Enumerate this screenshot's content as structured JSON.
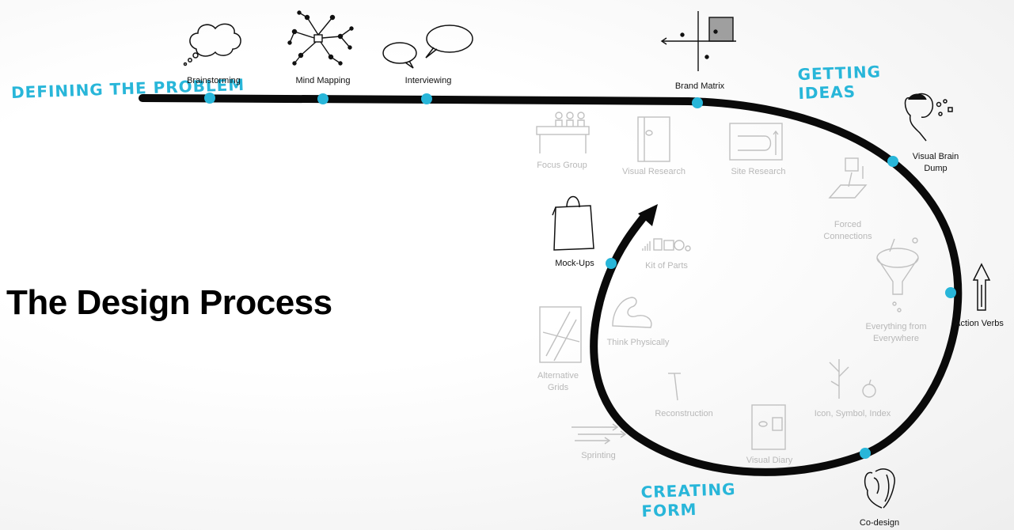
{
  "title": "The Design Process",
  "phases": {
    "defining": "DEFINING THE PROBLEM",
    "getting": "GETTING IDEAS",
    "creating": "CREATING FORM"
  },
  "steps": {
    "brainstorming": "Brainstorming",
    "mind_mapping": "Mind Mapping",
    "interviewing": "Interviewing",
    "brand_matrix": "Brand Matrix",
    "visual_brain_dump": "Visual Brain Dump",
    "action_verbs": "Action Verbs",
    "co_design": "Co-design",
    "mock_ups": "Mock-Ups"
  },
  "secondary_steps": {
    "focus_group": "Focus Group",
    "visual_research": "Visual Research",
    "site_research": "Site Research",
    "forced_connections": "Forced Connections",
    "kit_of_parts": "Kit of Parts",
    "everything_from_everywhere": "Everything from Everywhere",
    "think_physically": "Think Physically",
    "alternative_grids": "Alternative Grids",
    "icon_symbol_index": "Icon, Symbol, Index",
    "reconstruction": "Reconstruction",
    "visual_diary": "Visual Diary",
    "sprinting": "Sprinting"
  },
  "colors": {
    "accent": "#28b6d9",
    "path": "#0a0a0a",
    "faded_text": "#b8b8b8"
  }
}
